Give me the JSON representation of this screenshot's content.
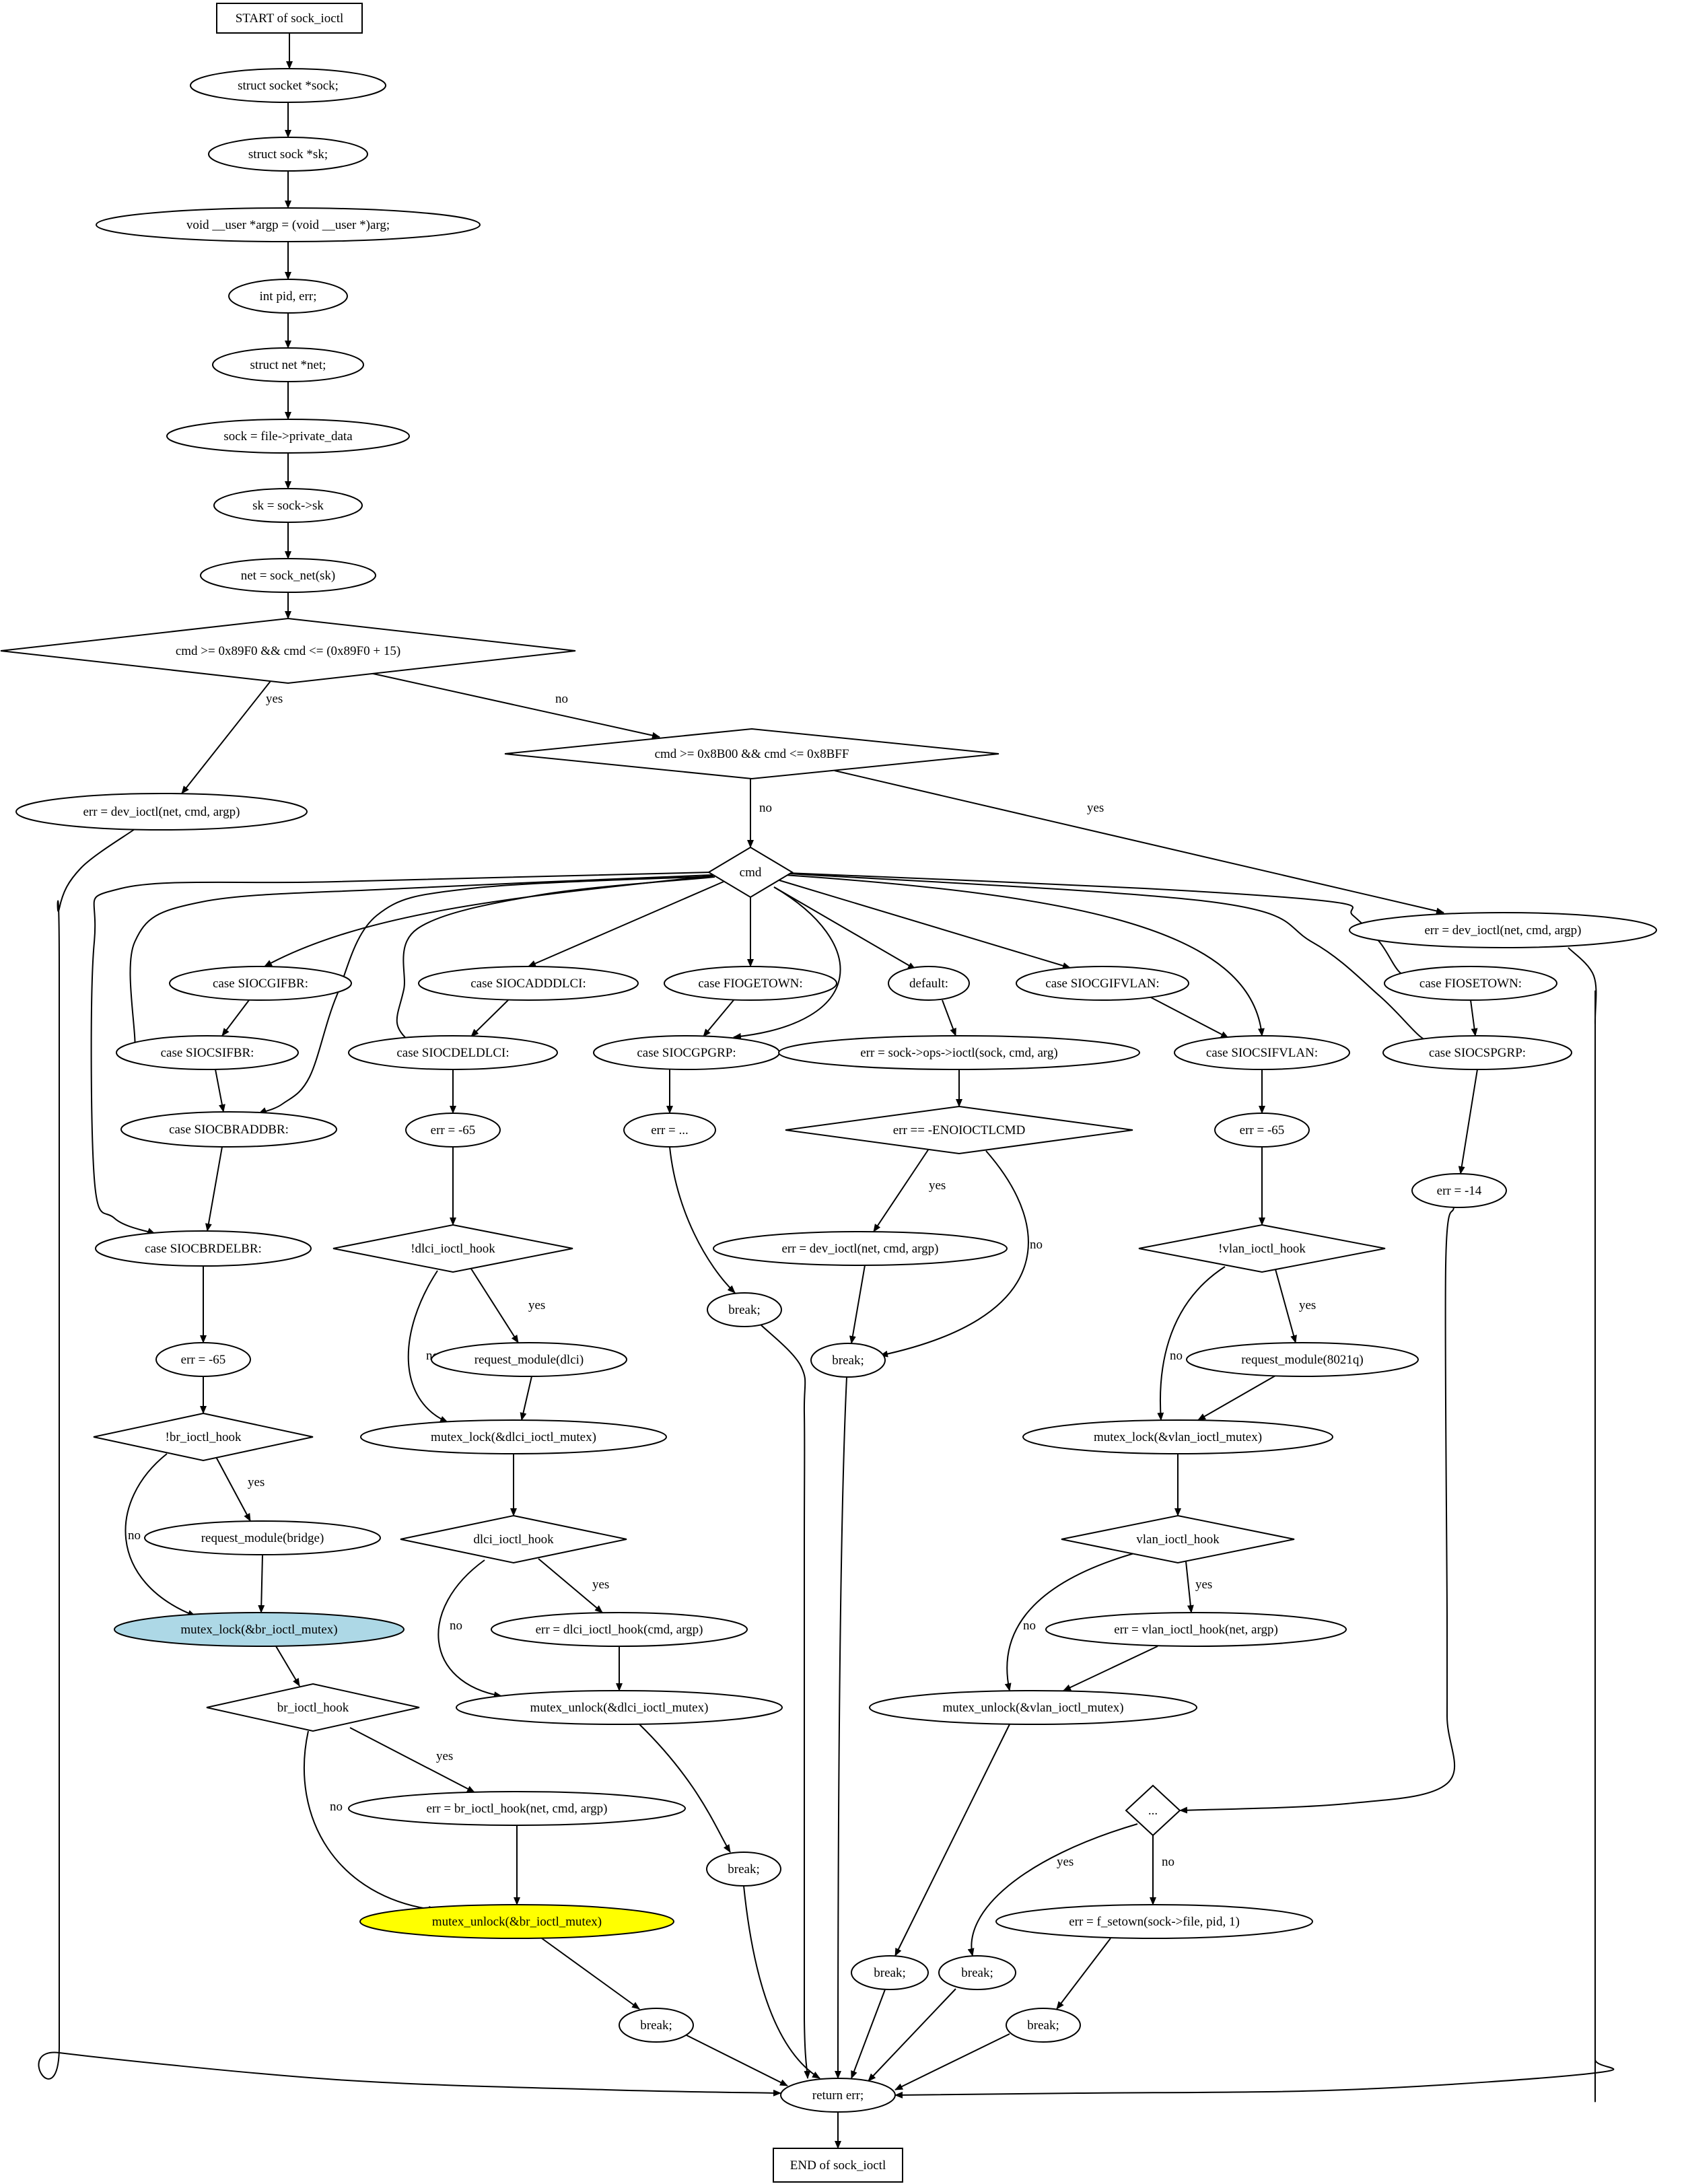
{
  "diagram": {
    "title": "",
    "colors": {
      "highlight_blue": "#add8e6",
      "highlight_yellow": "#ffff00",
      "line": "#000000",
      "background": "#ffffff"
    },
    "nodes": [
      {
        "id": "start",
        "shape": "box",
        "label": "START of sock_ioctl"
      },
      {
        "id": "n_sock",
        "shape": "ellipse",
        "label": "struct socket *sock;"
      },
      {
        "id": "n_sk",
        "shape": "ellipse",
        "label": "struct sock *sk;"
      },
      {
        "id": "n_argp",
        "shape": "ellipse",
        "label": "void __user *argp = (void __user *)arg;"
      },
      {
        "id": "n_pid",
        "shape": "ellipse",
        "label": "int pid, err;"
      },
      {
        "id": "n_net",
        "shape": "ellipse",
        "label": "struct net *net;"
      },
      {
        "id": "n_sockassign",
        "shape": "ellipse",
        "label": "sock = file->private_data"
      },
      {
        "id": "n_skassign",
        "shape": "ellipse",
        "label": "sk = sock->sk"
      },
      {
        "id": "n_netassign",
        "shape": "ellipse",
        "label": "net = sock_net(sk)"
      },
      {
        "id": "d_range1",
        "shape": "diamond",
        "label": "cmd >= 0x89F0 && cmd <= (0x89F0 + 15)"
      },
      {
        "id": "n_devioctl1",
        "shape": "ellipse",
        "label": "err = dev_ioctl(net, cmd, argp)"
      },
      {
        "id": "d_range2",
        "shape": "diamond",
        "label": "cmd >= 0x8B00 && cmd <= 0x8BFF"
      },
      {
        "id": "n_devioctl2",
        "shape": "ellipse",
        "label": "err = dev_ioctl(net, cmd, argp)"
      },
      {
        "id": "d_cmd",
        "shape": "diamond",
        "label": "cmd"
      },
      {
        "id": "c_siocgifbr",
        "shape": "ellipse",
        "label": "case SIOCGIFBR:"
      },
      {
        "id": "c_siocsifbr",
        "shape": "ellipse",
        "label": "case SIOCSIFBR:"
      },
      {
        "id": "c_siocbraddbr",
        "shape": "ellipse",
        "label": "case SIOCBRADDBR:"
      },
      {
        "id": "c_siocbrdelbr",
        "shape": "ellipse",
        "label": "case SIOCBRDELBR:"
      },
      {
        "id": "n_br_err",
        "shape": "ellipse",
        "label": "err = -65"
      },
      {
        "id": "d_br_hook",
        "shape": "diamond",
        "label": "!br_ioctl_hook"
      },
      {
        "id": "n_req_bridge",
        "shape": "ellipse",
        "label": "request_module(bridge)"
      },
      {
        "id": "n_br_lock",
        "shape": "ellipse",
        "label": "mutex_lock(&br_ioctl_mutex)",
        "fill": "highlight_blue"
      },
      {
        "id": "d_br_hook2",
        "shape": "diamond",
        "label": "br_ioctl_hook"
      },
      {
        "id": "n_br_call",
        "shape": "ellipse",
        "label": "err = br_ioctl_hook(net, cmd, argp)"
      },
      {
        "id": "n_br_unlock",
        "shape": "ellipse",
        "label": "mutex_unlock(&br_ioctl_mutex)",
        "fill": "highlight_yellow"
      },
      {
        "id": "b_br",
        "shape": "ellipse",
        "label": "break;"
      },
      {
        "id": "c_siocadddlci",
        "shape": "ellipse",
        "label": "case SIOCADDDLCI:"
      },
      {
        "id": "c_siocdeldlci",
        "shape": "ellipse",
        "label": "case SIOCDELDLCI:"
      },
      {
        "id": "n_dlci_err",
        "shape": "ellipse",
        "label": "err = -65"
      },
      {
        "id": "d_dlci_hook",
        "shape": "diamond",
        "label": "!dlci_ioctl_hook"
      },
      {
        "id": "n_req_dlci",
        "shape": "ellipse",
        "label": "request_module(dlci)"
      },
      {
        "id": "n_dlci_lock",
        "shape": "ellipse",
        "label": "mutex_lock(&dlci_ioctl_mutex)"
      },
      {
        "id": "d_dlci_hook2",
        "shape": "diamond",
        "label": "dlci_ioctl_hook"
      },
      {
        "id": "n_dlci_call",
        "shape": "ellipse",
        "label": "err = dlci_ioctl_hook(cmd, argp)"
      },
      {
        "id": "n_dlci_unlock",
        "shape": "ellipse",
        "label": "mutex_unlock(&dlci_ioctl_mutex)"
      },
      {
        "id": "b_dlci",
        "shape": "ellipse",
        "label": "break;"
      },
      {
        "id": "c_fiogetown",
        "shape": "ellipse",
        "label": "case FIOGETOWN:"
      },
      {
        "id": "c_siocgpgrp",
        "shape": "ellipse",
        "label": "case SIOCGPGRP:"
      },
      {
        "id": "n_get_err",
        "shape": "ellipse",
        "label": "err = ..."
      },
      {
        "id": "b_get",
        "shape": "ellipse",
        "label": "break;"
      },
      {
        "id": "c_default",
        "shape": "ellipse",
        "label": "default:"
      },
      {
        "id": "n_ops_ioctl",
        "shape": "ellipse",
        "label": "err = sock->ops->ioctl(sock, cmd, arg)"
      },
      {
        "id": "d_enoioctl",
        "shape": "diamond",
        "label": "err == -ENOIOCTLCMD"
      },
      {
        "id": "n_devioctl3",
        "shape": "ellipse",
        "label": "err = dev_ioctl(net, cmd, argp)"
      },
      {
        "id": "b_default",
        "shape": "ellipse",
        "label": "break;"
      },
      {
        "id": "c_siocgifvlan",
        "shape": "ellipse",
        "label": "case SIOCGIFVLAN:"
      },
      {
        "id": "c_siocsifvlan",
        "shape": "ellipse",
        "label": "case SIOCSIFVLAN:"
      },
      {
        "id": "n_vlan_err",
        "shape": "ellipse",
        "label": "err = -65"
      },
      {
        "id": "d_vlan_hook",
        "shape": "diamond",
        "label": "!vlan_ioctl_hook"
      },
      {
        "id": "n_req_vlan",
        "shape": "ellipse",
        "label": "request_module(8021q)"
      },
      {
        "id": "n_vlan_lock",
        "shape": "ellipse",
        "label": "mutex_lock(&vlan_ioctl_mutex)"
      },
      {
        "id": "d_vlan_hook2",
        "shape": "diamond",
        "label": "vlan_ioctl_hook"
      },
      {
        "id": "n_vlan_call",
        "shape": "ellipse",
        "label": "err = vlan_ioctl_hook(net, argp)"
      },
      {
        "id": "n_vlan_unlock",
        "shape": "ellipse",
        "label": "mutex_unlock(&vlan_ioctl_mutex)"
      },
      {
        "id": "b_vlan",
        "shape": "ellipse",
        "label": "break;"
      },
      {
        "id": "c_fiosetown",
        "shape": "ellipse",
        "label": "case FIOSETOWN:"
      },
      {
        "id": "c_siocspgrp",
        "shape": "ellipse",
        "label": "case SIOCSPGRP:"
      },
      {
        "id": "n_set_err",
        "shape": "ellipse",
        "label": "err = -14"
      },
      {
        "id": "d_set",
        "shape": "diamond",
        "label": "..."
      },
      {
        "id": "b_set_yes",
        "shape": "ellipse",
        "label": "break;"
      },
      {
        "id": "n_fsetown",
        "shape": "ellipse",
        "label": "err = f_setown(sock->file, pid, 1)"
      },
      {
        "id": "b_set",
        "shape": "ellipse",
        "label": "break;"
      },
      {
        "id": "n_return",
        "shape": "ellipse",
        "label": "return err;"
      },
      {
        "id": "end",
        "shape": "box",
        "label": "END of sock_ioctl"
      }
    ],
    "edges": [
      {
        "from": "start",
        "to": "n_sock"
      },
      {
        "from": "n_sock",
        "to": "n_sk"
      },
      {
        "from": "n_sk",
        "to": "n_argp"
      },
      {
        "from": "n_argp",
        "to": "n_pid"
      },
      {
        "from": "n_pid",
        "to": "n_net"
      },
      {
        "from": "n_net",
        "to": "n_sockassign"
      },
      {
        "from": "n_sockassign",
        "to": "n_skassign"
      },
      {
        "from": "n_skassign",
        "to": "n_netassign"
      },
      {
        "from": "n_netassign",
        "to": "d_range1"
      },
      {
        "from": "d_range1",
        "to": "n_devioctl1",
        "label": "yes"
      },
      {
        "from": "d_range1",
        "to": "d_range2",
        "label": "no"
      },
      {
        "from": "d_range2",
        "to": "d_cmd",
        "label": "no"
      },
      {
        "from": "d_range2",
        "to": "n_devioctl2",
        "label": "yes"
      },
      {
        "from": "n_devioctl1",
        "to": "n_return"
      },
      {
        "from": "n_devioctl2",
        "to": "n_return"
      },
      {
        "from": "d_cmd",
        "to": "c_siocgifbr"
      },
      {
        "from": "d_cmd",
        "to": "c_siocsifbr"
      },
      {
        "from": "d_cmd",
        "to": "c_siocbraddbr"
      },
      {
        "from": "d_cmd",
        "to": "c_siocbrdelbr"
      },
      {
        "from": "d_cmd",
        "to": "c_siocadddlci"
      },
      {
        "from": "d_cmd",
        "to": "c_siocdeldlci"
      },
      {
        "from": "d_cmd",
        "to": "c_fiogetown"
      },
      {
        "from": "d_cmd",
        "to": "c_siocgpgrp"
      },
      {
        "from": "d_cmd",
        "to": "c_default"
      },
      {
        "from": "d_cmd",
        "to": "c_siocgifvlan"
      },
      {
        "from": "d_cmd",
        "to": "c_siocsifvlan"
      },
      {
        "from": "d_cmd",
        "to": "c_fiosetown"
      },
      {
        "from": "d_cmd",
        "to": "c_siocspgrp"
      },
      {
        "from": "c_siocgifbr",
        "to": "c_siocsifbr"
      },
      {
        "from": "c_siocsifbr",
        "to": "c_siocbraddbr"
      },
      {
        "from": "c_siocbraddbr",
        "to": "c_siocbrdelbr"
      },
      {
        "from": "c_siocbrdelbr",
        "to": "n_br_err"
      },
      {
        "from": "n_br_err",
        "to": "d_br_hook"
      },
      {
        "from": "d_br_hook",
        "to": "n_req_bridge",
        "label": "yes"
      },
      {
        "from": "d_br_hook",
        "to": "n_br_lock",
        "label": "no"
      },
      {
        "from": "n_req_bridge",
        "to": "n_br_lock"
      },
      {
        "from": "n_br_lock",
        "to": "d_br_hook2"
      },
      {
        "from": "d_br_hook2",
        "to": "n_br_call",
        "label": "yes"
      },
      {
        "from": "d_br_hook2",
        "to": "n_br_unlock",
        "label": "no"
      },
      {
        "from": "n_br_call",
        "to": "n_br_unlock"
      },
      {
        "from": "n_br_unlock",
        "to": "b_br"
      },
      {
        "from": "b_br",
        "to": "n_return"
      },
      {
        "from": "c_siocadddlci",
        "to": "c_siocdeldlci"
      },
      {
        "from": "c_siocdeldlci",
        "to": "n_dlci_err"
      },
      {
        "from": "n_dlci_err",
        "to": "d_dlci_hook"
      },
      {
        "from": "d_dlci_hook",
        "to": "n_req_dlci",
        "label": "yes"
      },
      {
        "from": "d_dlci_hook",
        "to": "n_dlci_lock",
        "label": "no"
      },
      {
        "from": "n_req_dlci",
        "to": "n_dlci_lock"
      },
      {
        "from": "n_dlci_lock",
        "to": "d_dlci_hook2"
      },
      {
        "from": "d_dlci_hook2",
        "to": "n_dlci_call",
        "label": "yes"
      },
      {
        "from": "d_dlci_hook2",
        "to": "n_dlci_unlock",
        "label": "no"
      },
      {
        "from": "n_dlci_call",
        "to": "n_dlci_unlock"
      },
      {
        "from": "n_dlci_unlock",
        "to": "b_dlci"
      },
      {
        "from": "b_dlci",
        "to": "n_return"
      },
      {
        "from": "c_fiogetown",
        "to": "c_siocgpgrp"
      },
      {
        "from": "c_siocgpgrp",
        "to": "n_get_err"
      },
      {
        "from": "n_get_err",
        "to": "b_get"
      },
      {
        "from": "b_get",
        "to": "n_return"
      },
      {
        "from": "c_default",
        "to": "n_ops_ioctl"
      },
      {
        "from": "n_ops_ioctl",
        "to": "d_enoioctl"
      },
      {
        "from": "d_enoioctl",
        "to": "n_devioctl3",
        "label": "yes"
      },
      {
        "from": "d_enoioctl",
        "to": "b_default",
        "label": "no"
      },
      {
        "from": "n_devioctl3",
        "to": "b_default"
      },
      {
        "from": "b_default",
        "to": "n_return"
      },
      {
        "from": "c_siocgifvlan",
        "to": "c_siocsifvlan"
      },
      {
        "from": "c_siocsifvlan",
        "to": "n_vlan_err"
      },
      {
        "from": "n_vlan_err",
        "to": "d_vlan_hook"
      },
      {
        "from": "d_vlan_hook",
        "to": "n_req_vlan",
        "label": "yes"
      },
      {
        "from": "d_vlan_hook",
        "to": "n_vlan_lock",
        "label": "no"
      },
      {
        "from": "n_req_vlan",
        "to": "n_vlan_lock"
      },
      {
        "from": "n_vlan_lock",
        "to": "d_vlan_hook2"
      },
      {
        "from": "d_vlan_hook2",
        "to": "n_vlan_call",
        "label": "yes"
      },
      {
        "from": "d_vlan_hook2",
        "to": "n_vlan_unlock",
        "label": "no"
      },
      {
        "from": "n_vlan_call",
        "to": "n_vlan_unlock"
      },
      {
        "from": "n_vlan_unlock",
        "to": "b_vlan"
      },
      {
        "from": "b_vlan",
        "to": "n_return"
      },
      {
        "from": "c_fiosetown",
        "to": "c_siocspgrp"
      },
      {
        "from": "c_siocspgrp",
        "to": "n_set_err"
      },
      {
        "from": "n_set_err",
        "to": "d_set"
      },
      {
        "from": "d_set",
        "to": "b_set_yes",
        "label": "yes"
      },
      {
        "from": "d_set",
        "to": "n_fsetown",
        "label": "no"
      },
      {
        "from": "b_set_yes",
        "to": "n_return"
      },
      {
        "from": "n_fsetown",
        "to": "b_set"
      },
      {
        "from": "b_set",
        "to": "n_return"
      },
      {
        "from": "n_return",
        "to": "end"
      }
    ]
  }
}
